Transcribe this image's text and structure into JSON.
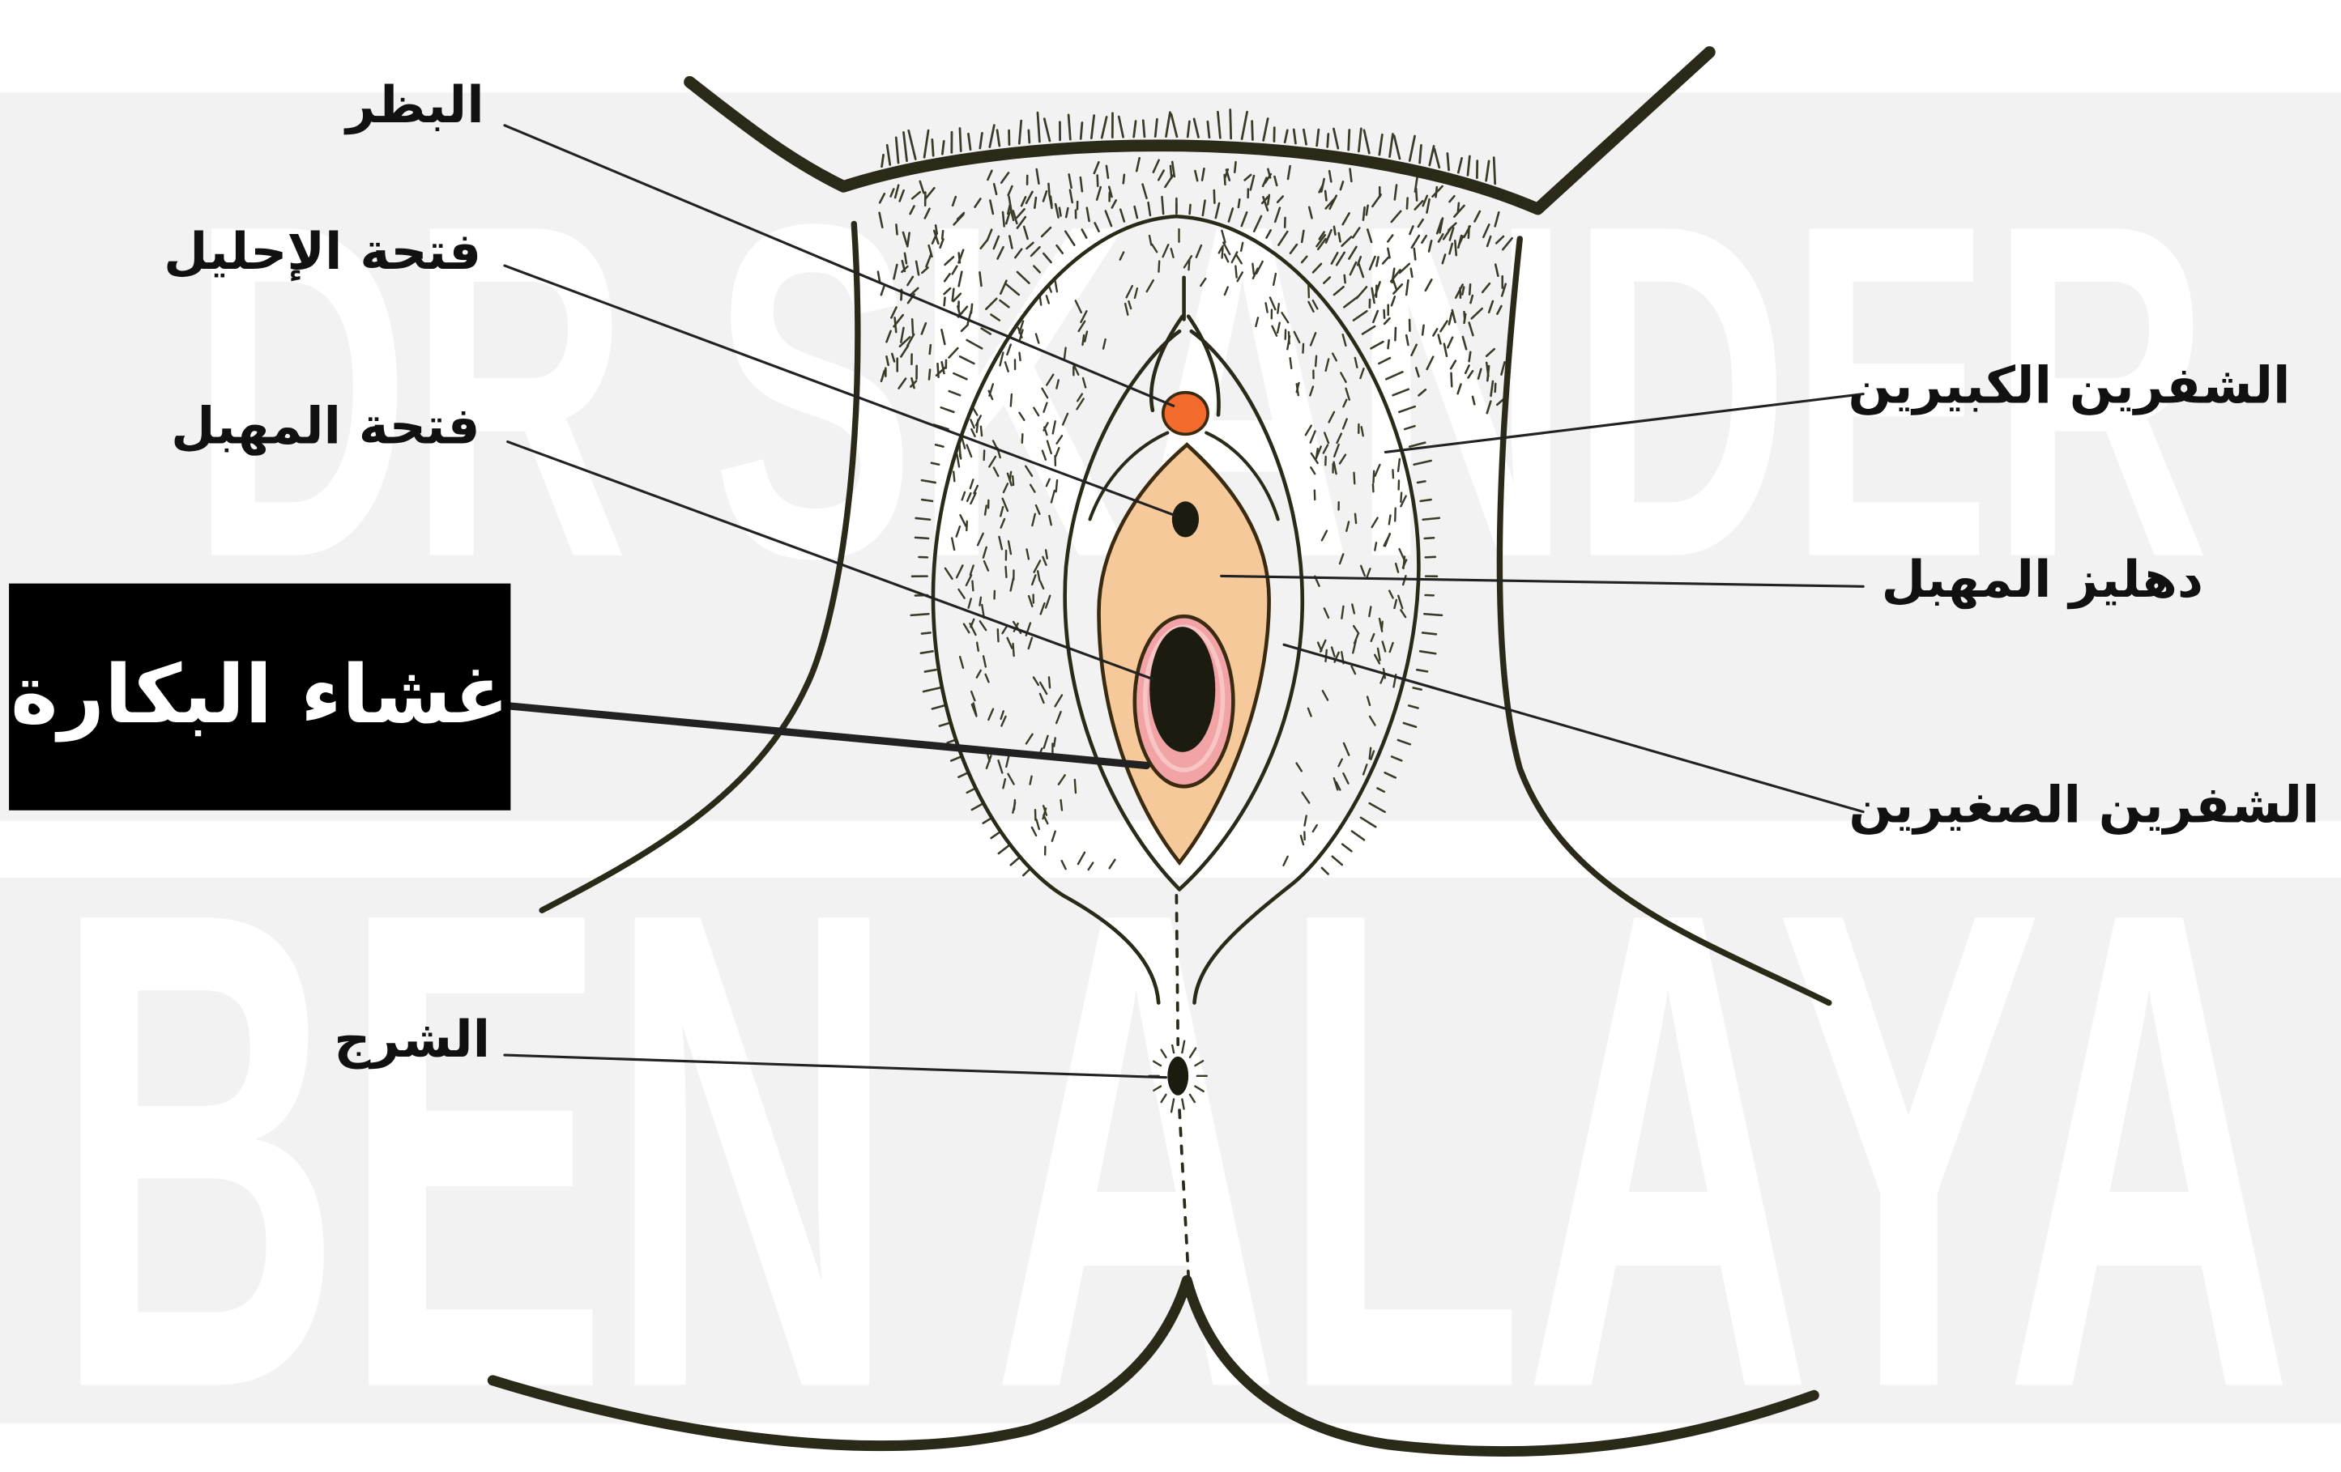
{
  "labels": {
    "clitoris": "البظر",
    "urethral_opening": "فتحة الإحليل",
    "vaginal_opening": "فتحة المهبل",
    "hymen": "غشاء البكارة",
    "anus": "الشرج",
    "labia_majora": "الشفرين الكبيرين",
    "vestibule": "دهليز المهبل",
    "labia_minora": "الشفرين الصغيرين"
  },
  "watermark": {
    "line1": "DR SKANDER",
    "line2": "BEN ALAYA"
  },
  "colors": {
    "outline": "#2b2a18",
    "vestibule": "#f6c99b",
    "clitoris": "#f26a2c",
    "hymen": "#f2a3a6",
    "opening": "#1c1b10",
    "label_text": "#111111",
    "highlight_box": "#000000",
    "highlight_text": "#ffffff",
    "watermark_band": "#f2f2f2"
  }
}
